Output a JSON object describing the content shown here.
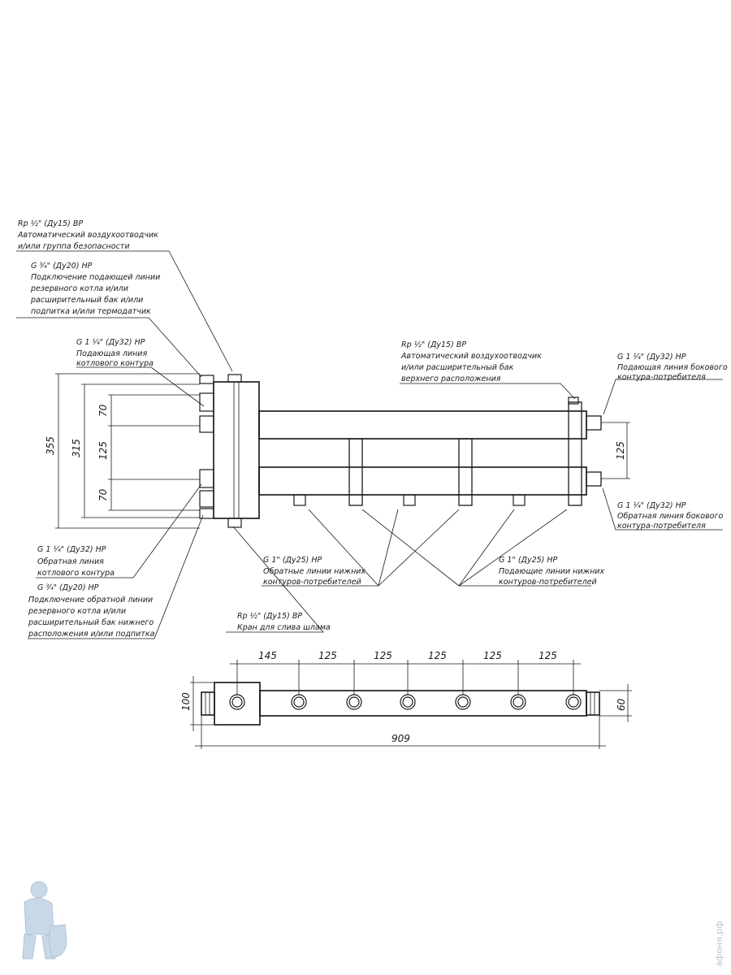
{
  "callouts": {
    "top_air_vent": [
      "Rp ½\" (Ду15) ВР",
      "Автоматический воздухоотводчик",
      "и/или группа безопасности"
    ],
    "reserve_boiler_supply": [
      "G ¾\" (Ду20) НР",
      "Подключение подающей линии",
      "резервного котла и/или",
      "расширительный бак и/или",
      "подпитка и/или термодатчик"
    ],
    "boiler_supply": [
      "G 1 ¼\" (Ду32) НР",
      "Подающая линия",
      "котлового контура"
    ],
    "upper_air_vent": [
      "Rp ½\" (Ду15) ВР",
      "Автоматический воздухоотводчик",
      "и/или расширительный бак",
      "верхнего расположения"
    ],
    "side_supply": [
      "G 1 ¼\" (Ду32) НР",
      "Подающая линия бокового",
      "контура-потребителя"
    ],
    "side_return": [
      "G 1 ¼\" (Ду32) НР",
      "Обратная линия бокового",
      "контура-потребителя"
    ],
    "boiler_return": [
      "G 1 ¼\" (Ду32) НР",
      "Обратная линия",
      "котлового контура"
    ],
    "reserve_boiler_return": [
      "G ¾\" (Ду20) НР",
      "Подключение обратной линии",
      "резервного котла и/или",
      "расширительный бак нижнего",
      "расположения и/или подпитка"
    ],
    "drain_valve": [
      "Rp ½\" (Ду15) ВР",
      "Кран для слива шлама"
    ],
    "lower_return": [
      "G 1\" (Ду25) НР",
      "Обратные линии нижних",
      "контуров-потребителей"
    ],
    "lower_supply": [
      "G 1\" (Ду25) НР",
      "Подающие линии нижних",
      "контуров-потребителей"
    ]
  },
  "dimensions": {
    "front": {
      "overall_height": "355",
      "inner_height": "315",
      "top_gap": "70",
      "middle_gap": "125",
      "bottom_gap": "70",
      "side_spacing": "125"
    },
    "plan": {
      "first": "145",
      "spacings": [
        "125",
        "125",
        "125",
        "125",
        "125"
      ],
      "overall_length": "909",
      "body_height": "100",
      "pipe_height": "60"
    }
  },
  "watermark": "афоня.рф"
}
